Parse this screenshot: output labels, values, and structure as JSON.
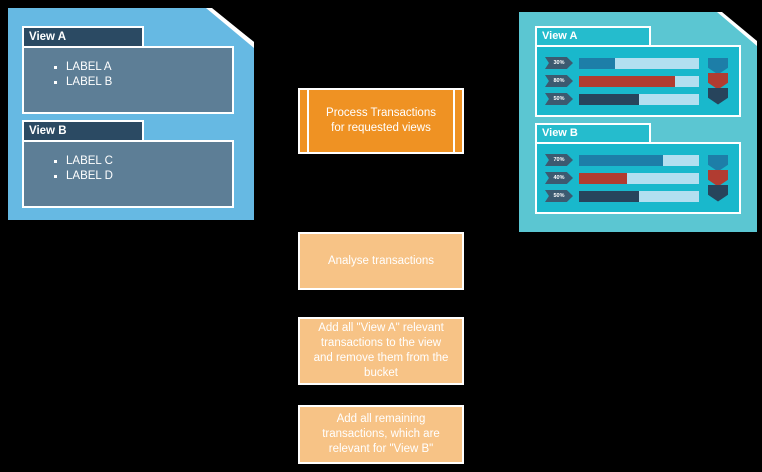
{
  "colors": {
    "background": "#000000",
    "left_note": "#66b9e3",
    "left_header": "#2b4a63",
    "left_body": "#5d7e96",
    "right_note": "#5bc6d2",
    "right_header": "#25bccd",
    "right_body": "#19b8cc",
    "orange_strong": "#ef9223",
    "orange_light": "#f7c386",
    "bar_track": "#b3dff0",
    "bar_blue": "#1d7ea8",
    "bar_red": "#b13c31",
    "bar_navy": "#27445c",
    "tag": "#3c5a70",
    "border": "#ffffff"
  },
  "left_panel": {
    "name": "views-definition-note",
    "sections": [
      {
        "title": "View A",
        "labels": [
          "LABEL A",
          "LABEL B"
        ]
      },
      {
        "title": "View B",
        "labels": [
          "LABEL C",
          "LABEL D"
        ]
      }
    ]
  },
  "flow": {
    "steps": [
      {
        "id": "process-transactions",
        "shape": "subroutine",
        "lines": [
          "Process Transactions",
          "for requested views"
        ]
      },
      {
        "id": "analyse-transactions",
        "shape": "process",
        "lines": [
          "Analyse transactions"
        ]
      },
      {
        "id": "add-view-a-transactions",
        "shape": "process",
        "lines": [
          "Add all \"View A\" relevant",
          "transactions to the view",
          "and remove them from the",
          "bucket"
        ]
      },
      {
        "id": "add-view-b-transactions",
        "shape": "process",
        "lines": [
          "Add all remaining",
          "transactions, which are",
          "relevant for \"View B\""
        ]
      }
    ]
  },
  "right_panel": {
    "name": "views-result-note",
    "sections": [
      {
        "title": "View A",
        "rows": [
          {
            "percent": "30%",
            "value": 30,
            "color": "#1d7ea8"
          },
          {
            "percent": "80%",
            "value": 80,
            "color": "#b13c31"
          },
          {
            "percent": "50%",
            "value": 50,
            "color": "#27445c"
          }
        ],
        "chevrons": [
          "#1d7ea8",
          "#b13c31",
          "#27445c"
        ]
      },
      {
        "title": "View B",
        "rows": [
          {
            "percent": "70%",
            "value": 70,
            "color": "#1d7ea8"
          },
          {
            "percent": "40%",
            "value": 40,
            "color": "#b13c31"
          },
          {
            "percent": "50%",
            "value": 50,
            "color": "#27445c"
          }
        ],
        "chevrons": [
          "#1d7ea8",
          "#b13c31",
          "#27445c"
        ]
      }
    ]
  }
}
